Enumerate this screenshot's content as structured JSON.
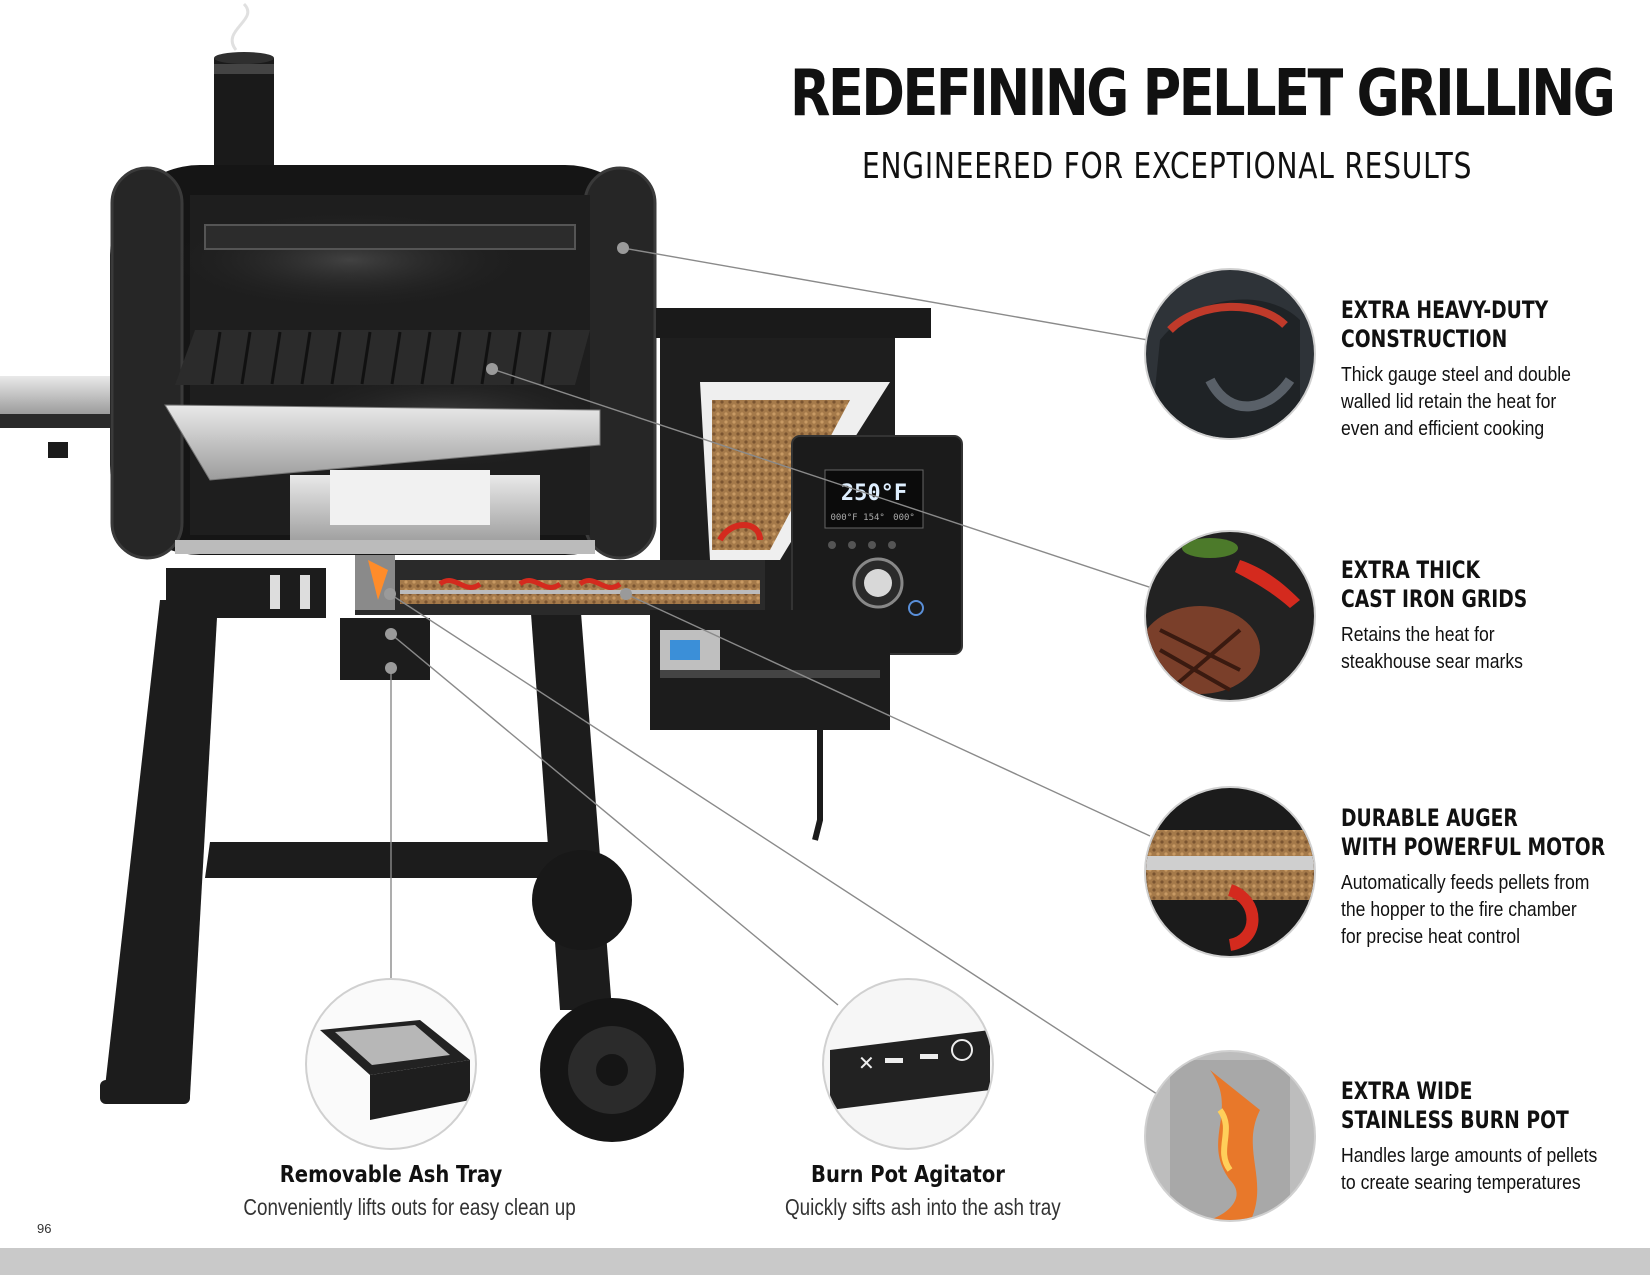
{
  "header": {
    "title": "REDEFINING PELLET GRILLING",
    "subtitle": "ENGINEERED FOR EXCEPTIONAL RESULTS"
  },
  "controller": {
    "display_temp": "250°F",
    "probe_readings": [
      "000°F",
      "154°",
      "000°"
    ]
  },
  "features": [
    {
      "title": "EXTRA HEAVY-DUTY\nCONSTRUCTION",
      "description": "Thick gauge steel and double\nwalled lid retain the heat for\neven and efficient cooking"
    },
    {
      "title": "EXTRA THICK\nCAST IRON GRIDS",
      "description": "Retains the heat for\nsteakhouse sear marks"
    },
    {
      "title": "DURABLE AUGER\nWITH POWERFUL MOTOR",
      "description": "Automatically feeds pellets from\nthe hopper to the fire chamber\nfor precise heat control"
    },
    {
      "title": "EXTRA WIDE\nSTAINLESS BURN POT",
      "description": "Handles large amounts of pellets\nto create searing temperatures"
    }
  ],
  "captions": [
    {
      "title": "Removable Ash Tray",
      "description": "Conveniently lifts outs for easy clean up"
    },
    {
      "title": "Burn Pot Agitator",
      "description": "Quickly sifts ash into the ash tray"
    }
  ],
  "page_number": "96",
  "colors": {
    "grill_body": "#1c1c1c",
    "accent_red": "#d42a1e",
    "steel": "#c8c8c8",
    "footer": "#c9c9c9"
  }
}
